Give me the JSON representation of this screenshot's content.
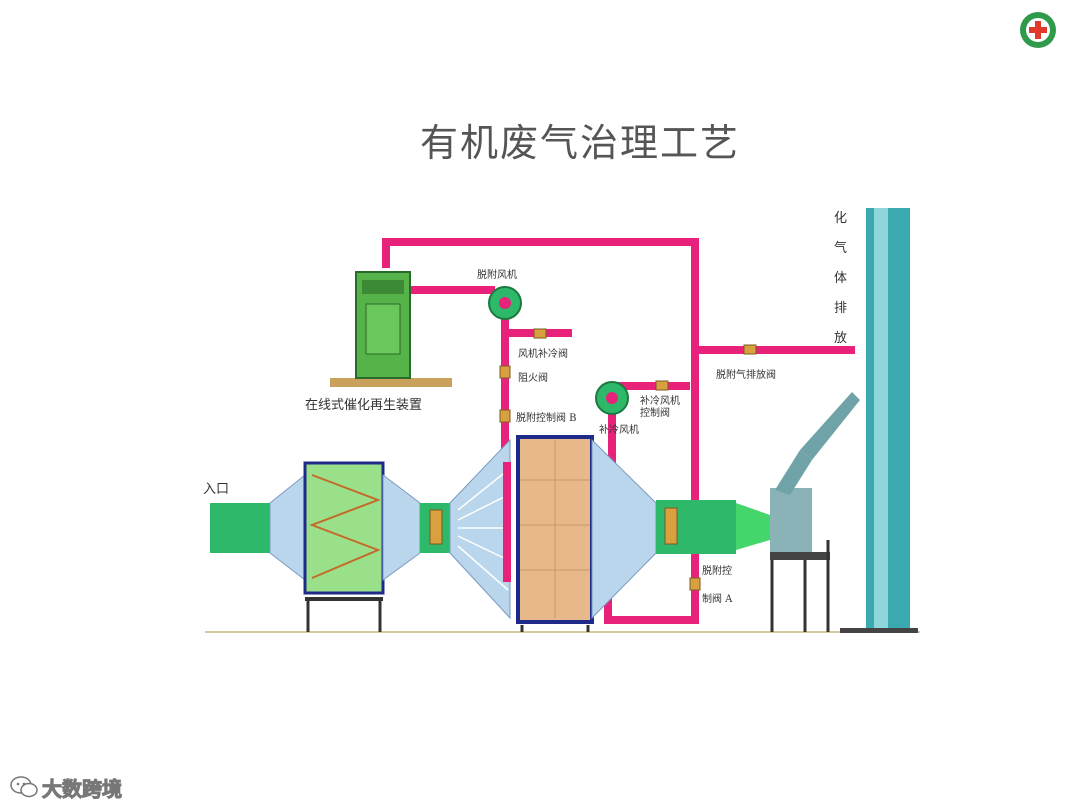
{
  "title": "有机废气治理工艺",
  "labels": {
    "inlet": "入口",
    "regenerator": "在线式催化再生装置",
    "desorption_fan": "脱附风机",
    "fan_cooling_valve": "风机补冷阀",
    "fire_valve": "阻火阀",
    "desorption_valve_b": "脱附控制阀 B",
    "cooling_fan": "补冷风机",
    "cooling_fan_valve_1": "补冷风机",
    "cooling_fan_valve_2": "控制阀",
    "desorption_exhaust_valve": "脱附气排放阀",
    "desorption_valve_a_1": "脱附控",
    "desorption_valve_a_2": "制阀 A",
    "exhaust_1": "化",
    "exhaust_2": "气",
    "exhaust_3": "体",
    "exhaust_4": "排",
    "exhaust_5": "放"
  },
  "watermark": "大数跨境",
  "icons": {
    "top_logo": "green-cross-emblem-icon",
    "watermark_logo": "wechat-logo-icon"
  },
  "colors": {
    "pipe": "#e8217a",
    "duct": "#2db86a",
    "hood": "#b9d6ec",
    "filter": "#9ae08a",
    "bed": "#e6b88a",
    "frame": "#1d2a8a",
    "stack": "#3aa9b0"
  }
}
